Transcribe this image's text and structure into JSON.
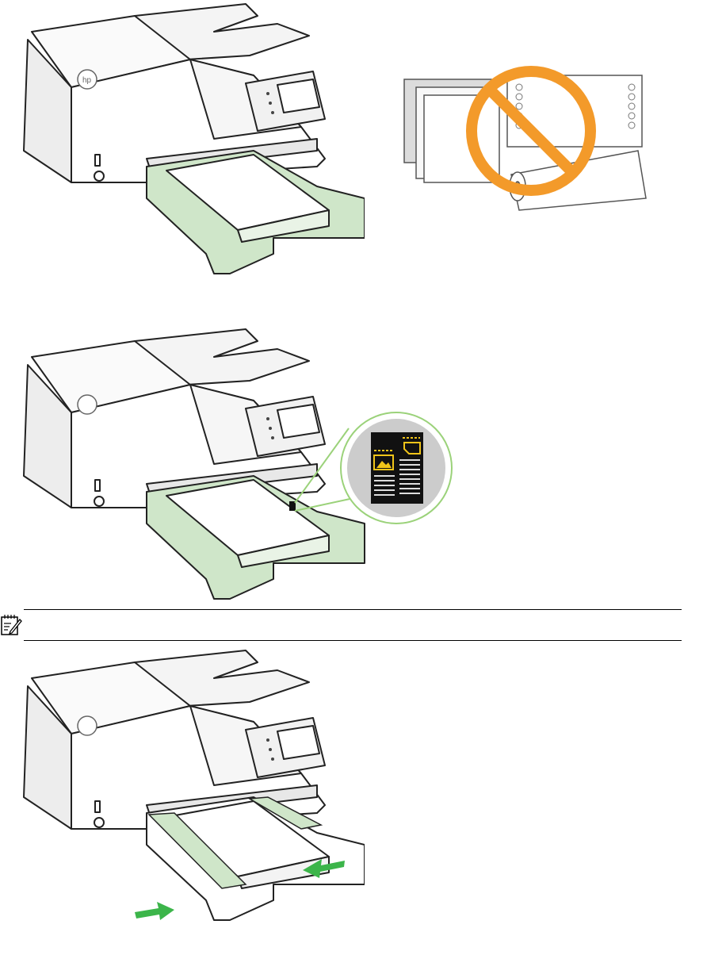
{
  "document": {
    "figures": [
      {
        "name": "printer-tray-open",
        "highlight_color": "#cfe6c9"
      },
      {
        "name": "unsupported-media-prohibited",
        "prohibit_color": "#f39a2a"
      },
      {
        "name": "printer-tray-paper-icon",
        "callout_ring_color": "#9bd27a"
      },
      {
        "name": "printer-tray-width-guides",
        "arrow_color": "#3cb54a"
      }
    ],
    "note": {
      "icon": "note-pencil-icon",
      "text": ""
    },
    "brand_logo": "hp"
  }
}
